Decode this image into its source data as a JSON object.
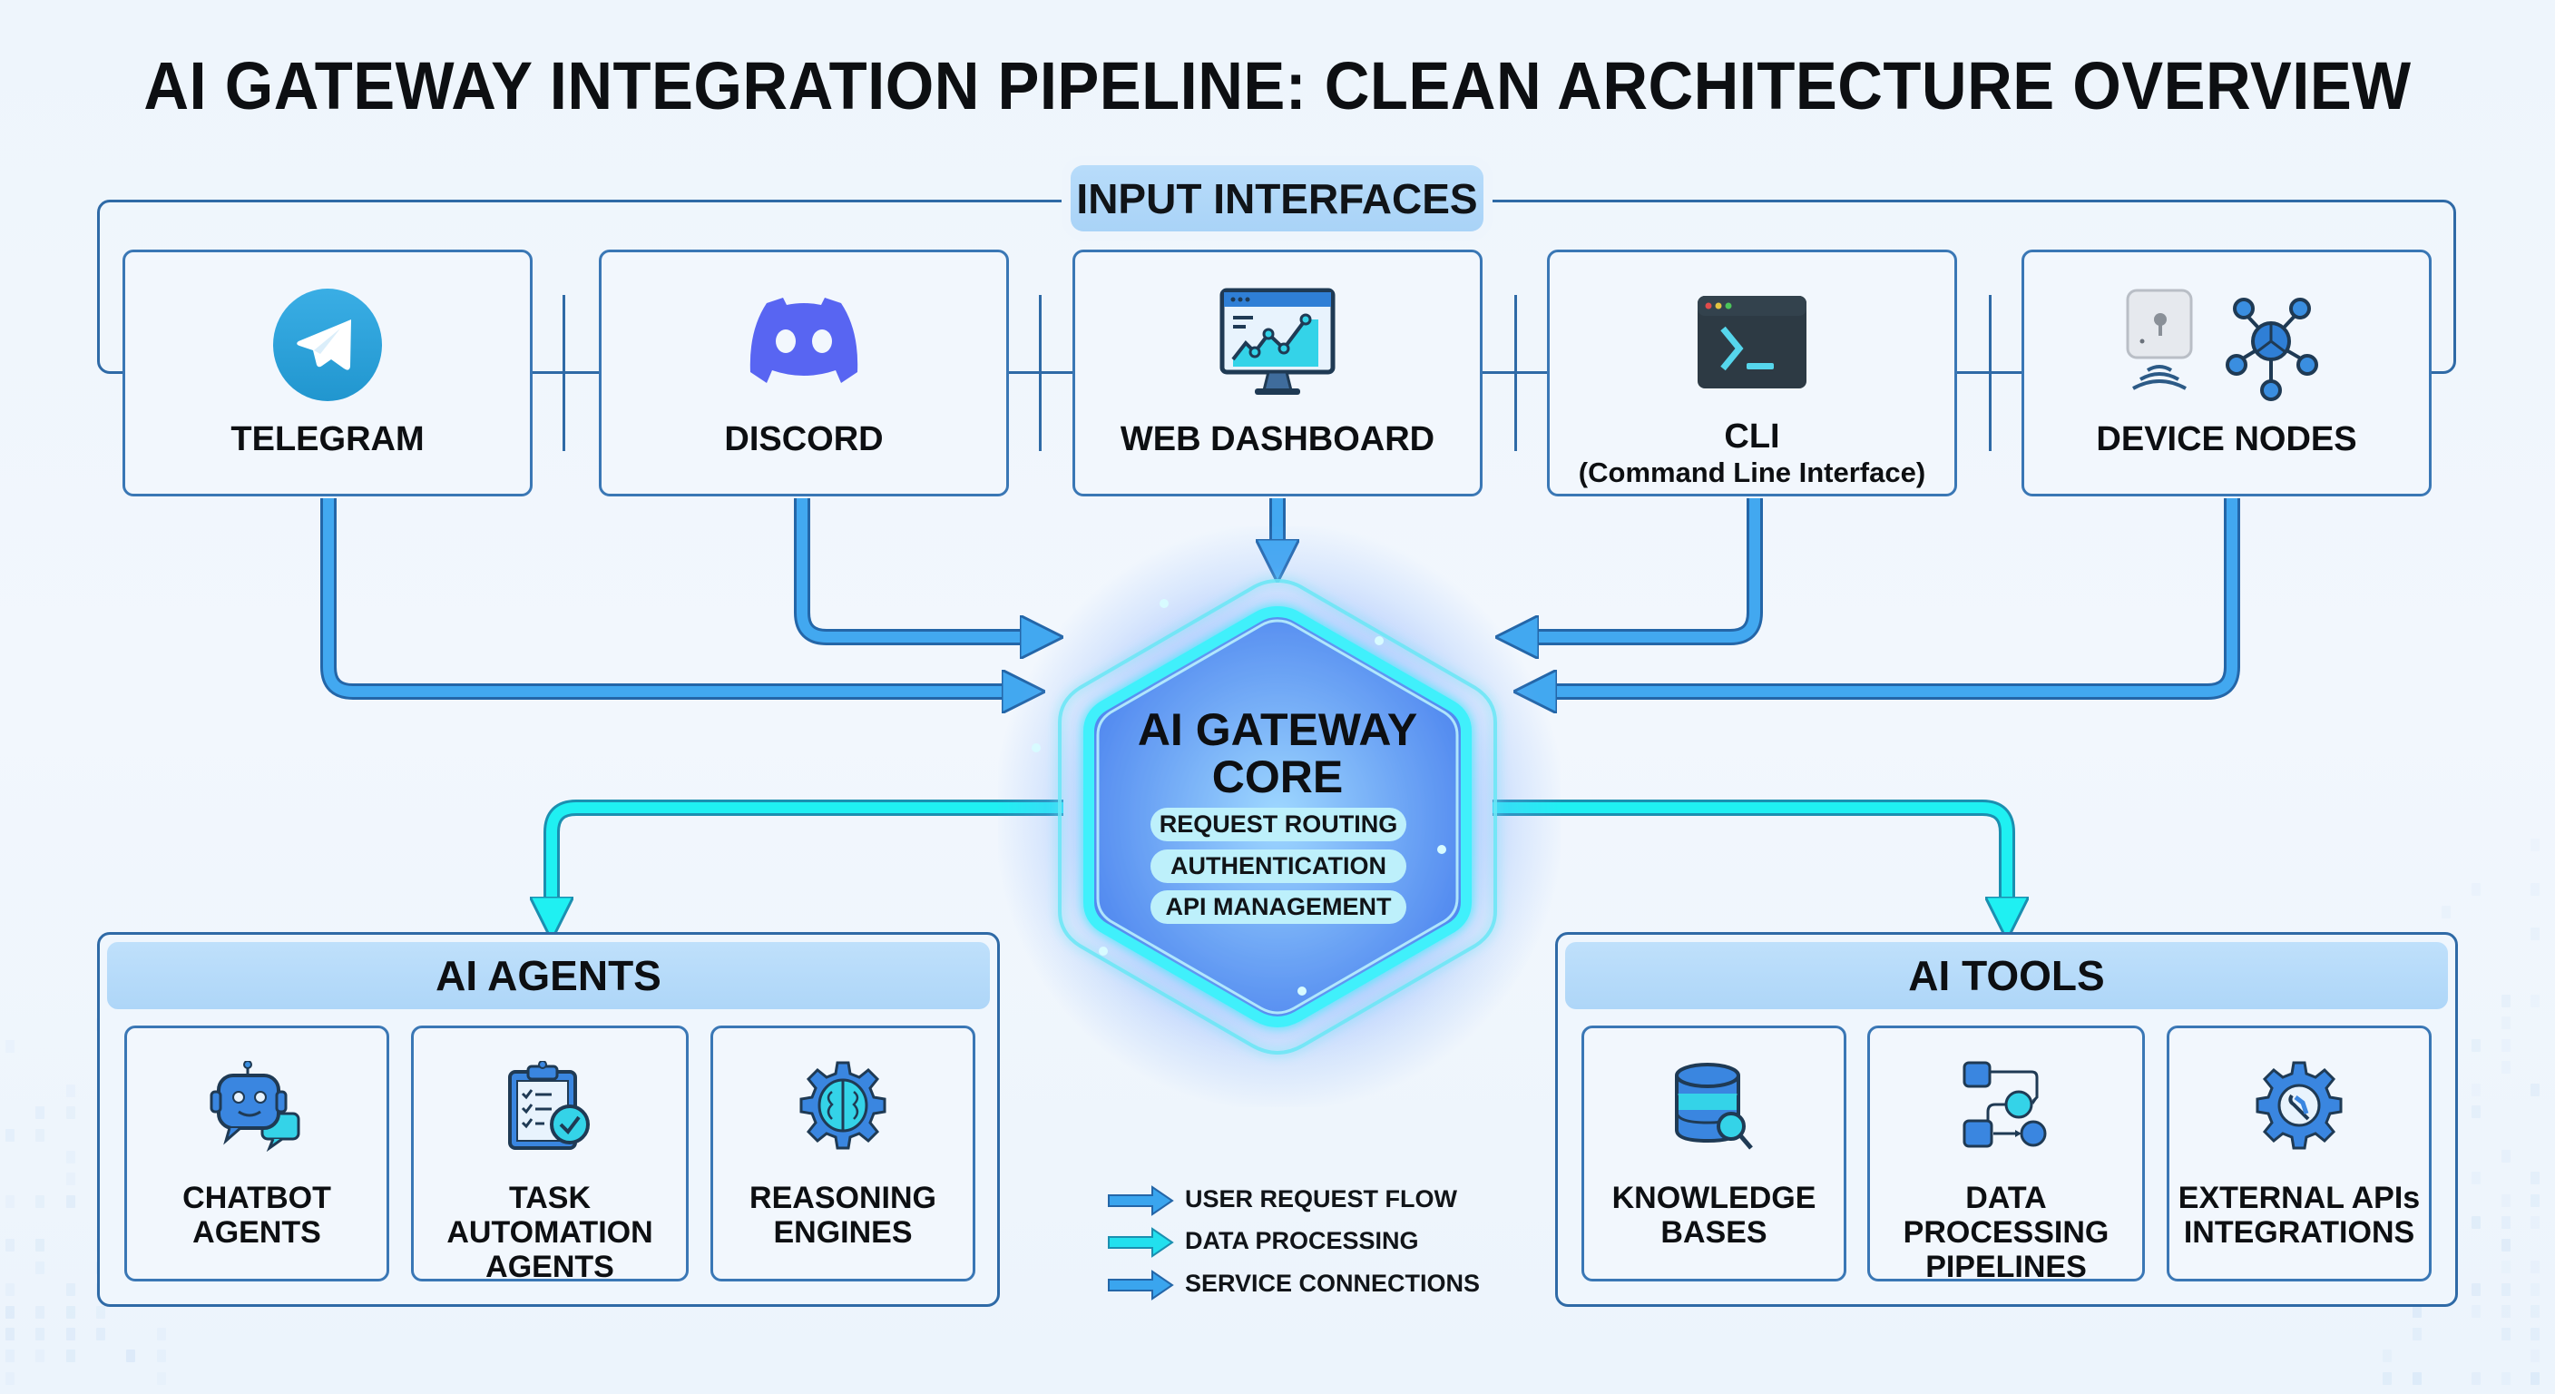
{
  "title": "AI GATEWAY INTEGRATION PIPELINE: CLEAN ARCHITECTURE OVERVIEW",
  "input_section": {
    "label": "INPUT INTERFACES",
    "cards": [
      {
        "label": "TELEGRAM",
        "icon": "telegram-icon"
      },
      {
        "label": "DISCORD",
        "icon": "discord-icon"
      },
      {
        "label": "WEB DASHBOARD",
        "icon": "dashboard-monitor-icon"
      },
      {
        "label": "CLI",
        "sublabel": "(Command Line Interface)",
        "icon": "terminal-icon"
      },
      {
        "label": "DEVICE NODES",
        "icon": "iot-device-network-icon"
      }
    ]
  },
  "core": {
    "title_line1": "AI GATEWAY",
    "title_line2": "CORE",
    "functions": [
      "REQUEST ROUTING",
      "AUTHENTICATION",
      "API MANAGEMENT"
    ]
  },
  "agents_panel": {
    "title": "AI AGENTS",
    "items": [
      {
        "line1": "CHATBOT",
        "line2": "AGENTS",
        "icon": "chatbot-robot-icon"
      },
      {
        "line1": "TASK AUTOMATION",
        "line2": "AGENTS",
        "icon": "clipboard-check-icon"
      },
      {
        "line1": "REASONING",
        "line2": "ENGINES",
        "icon": "brain-gear-icon"
      }
    ]
  },
  "tools_panel": {
    "title": "AI TOOLS",
    "items": [
      {
        "line1": "KNOWLEDGE",
        "line2": "BASES",
        "icon": "database-search-icon"
      },
      {
        "line1": "DATA PROCESSING",
        "line2": "PIPELINES",
        "icon": "flowchart-icon"
      },
      {
        "line1": "EXTERNAL APIs",
        "line2": "INTEGRATIONS",
        "icon": "gear-wrench-icon"
      }
    ]
  },
  "legend": [
    {
      "label": "USER REQUEST FLOW",
      "color": "#3aa5ee"
    },
    {
      "label": "DATA PROCESSING",
      "color": "#22e0ee"
    },
    {
      "label": "SERVICE CONNECTIONS",
      "color": "#3aa5ee"
    }
  ],
  "colors": {
    "user_flow": "#3aa5ee",
    "data_flow": "#1cebf0",
    "border": "#2f6aa6",
    "header_fill": "#b5daf9",
    "core_glow": "#5a8cff"
  }
}
